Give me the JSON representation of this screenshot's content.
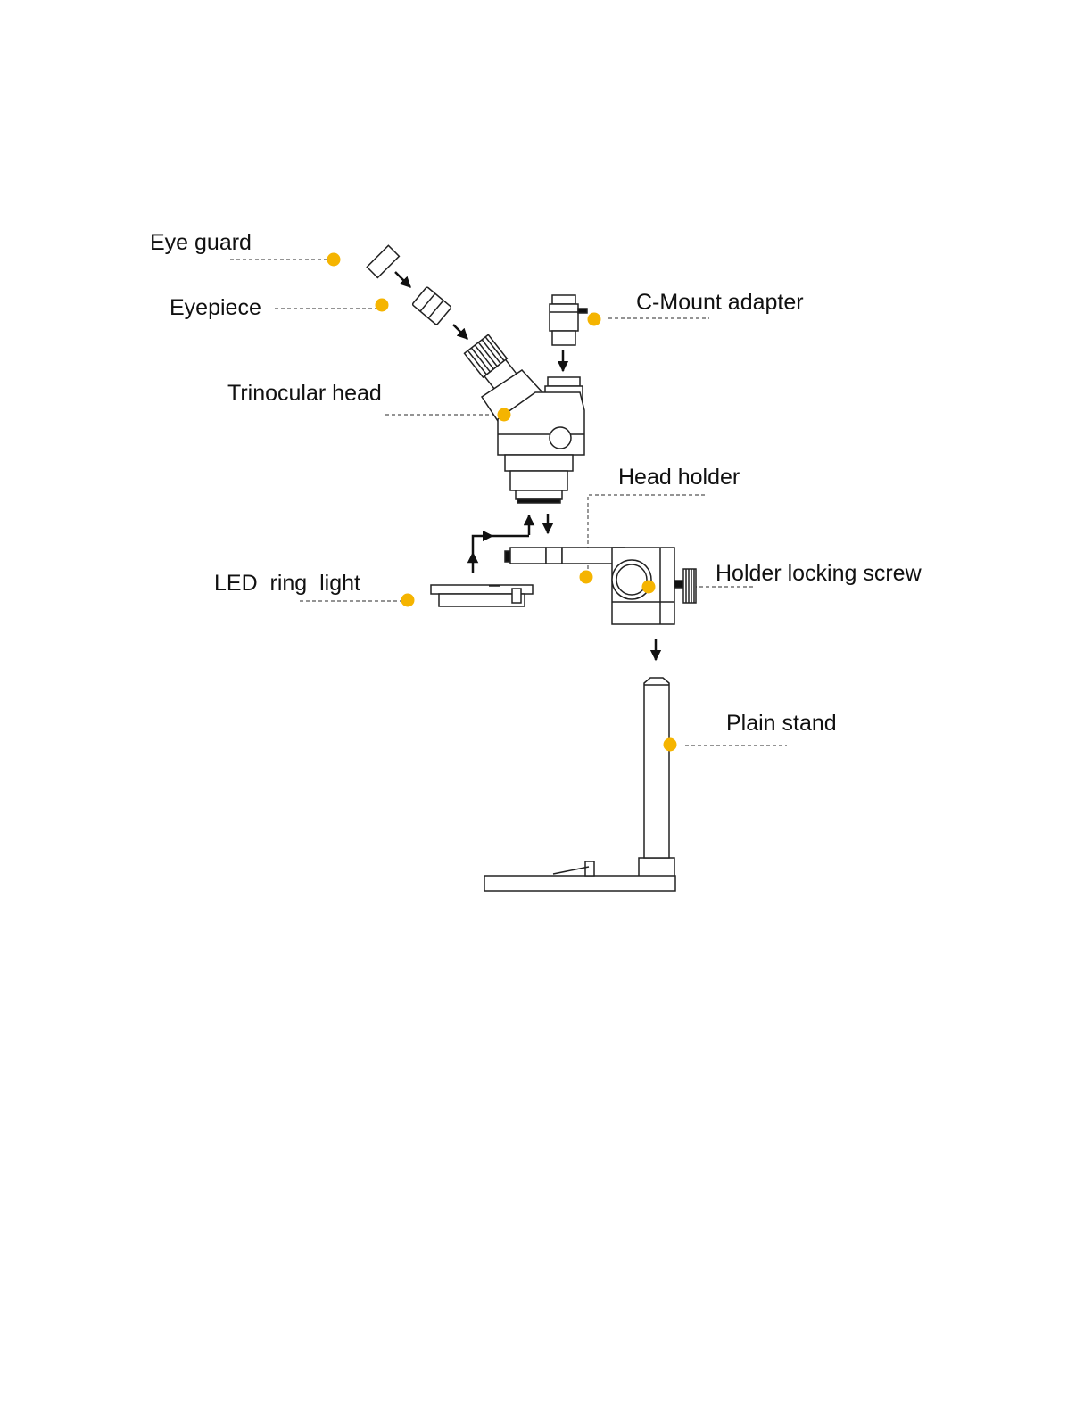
{
  "labels": {
    "eye_guard": "Eye guard",
    "eyepiece": "Eyepiece",
    "c_mount_adapter": "C-Mount adapter",
    "trinocular_head": "Trinocular head",
    "head_holder": "Head holder",
    "led_ring_light": "LED  ring  light",
    "holder_locking_screw": "Holder locking screw",
    "plain_stand": "Plain stand"
  },
  "colors": {
    "marker": "#F5B400",
    "line": "#555555",
    "text": "#111111"
  }
}
